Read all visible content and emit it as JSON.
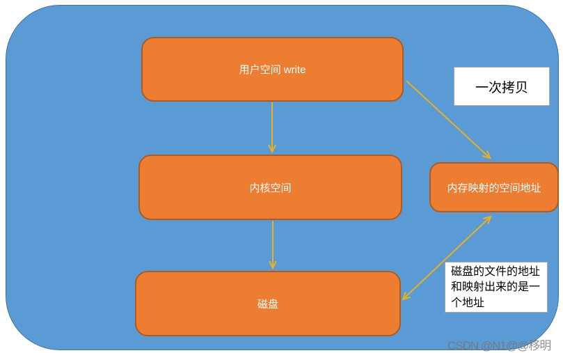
{
  "diagram": {
    "nodes": [
      {
        "id": "user-space",
        "label": "用户空间 write"
      },
      {
        "id": "kernel-space",
        "label": "内核空间"
      },
      {
        "id": "disk",
        "label": "磁盘"
      },
      {
        "id": "mmap-address",
        "label": "内存映射的空间地址"
      }
    ],
    "annotations": [
      {
        "id": "copy-once",
        "label": "一次拷贝"
      },
      {
        "id": "same-address",
        "label": "磁盘的文件的地址和映射出来的是一个地址"
      }
    ],
    "edges": [
      {
        "from": "user-space",
        "to": "kernel-space",
        "style": "single-arrow-down"
      },
      {
        "from": "kernel-space",
        "to": "disk",
        "style": "single-arrow-down"
      },
      {
        "from": "user-space",
        "to": "mmap-address",
        "style": "single-arrow-diagonal"
      },
      {
        "from": "mmap-address",
        "to": "disk",
        "style": "double-arrow-diagonal"
      }
    ],
    "colors": {
      "background": "#5b9bd5",
      "background_border": "#41719c",
      "node_fill": "#ed7d31",
      "node_border": "#b05a1c",
      "node_text": "#ffffff",
      "arrow": "#edb01c",
      "label_box_fill": "#ffffff",
      "label_box_border": "#a8a8a8",
      "label_text": "#000000"
    }
  },
  "watermark": {
    "text": "CSDN @N1@@移明"
  }
}
